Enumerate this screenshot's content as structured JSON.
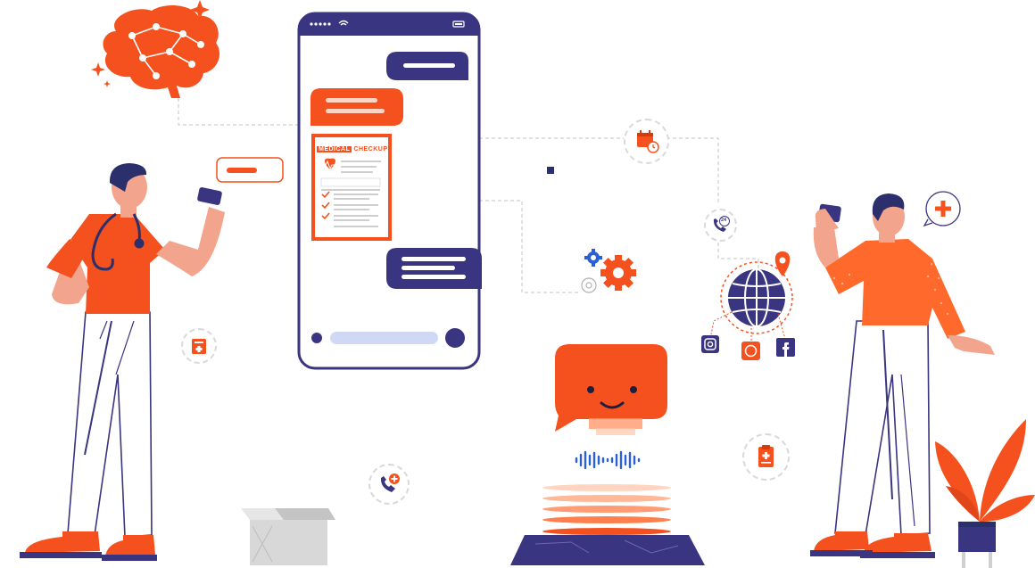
{
  "illustration": {
    "document_card": {
      "title_part1": "MEDICAL",
      "title_part2": "CHECKUP"
    },
    "phone_badge": {
      "label": "24"
    },
    "colors": {
      "accent": "#f4511e",
      "accent_light": "#ff8a50",
      "navy": "#3a3580",
      "skin": "#f2a48c",
      "hair": "#2b2f6b",
      "light_blue": "#cfd9f6",
      "grey_line": "#cfcfcf"
    },
    "icons": [
      "brain-icon",
      "sparkle-icon",
      "calendar-icon",
      "phone-24-icon",
      "plus-chat-icon",
      "medical-file-icon",
      "phone-add-icon",
      "clipboard-icon",
      "globe-icon",
      "location-pin-icon",
      "instagram-icon",
      "whatsapp-icon",
      "facebook-icon",
      "gear-icon",
      "smiley-chat-icon",
      "voice-wave-icon",
      "stethoscope-icon",
      "box-icon",
      "plant-icon",
      "wifi-icon",
      "battery-icon"
    ]
  }
}
